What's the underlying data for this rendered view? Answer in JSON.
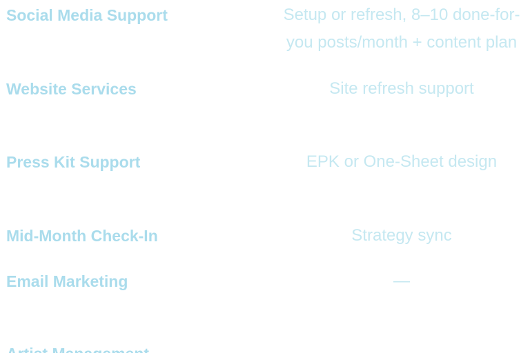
{
  "colors": {
    "label": "#aadcec",
    "value": "#c5e8f1",
    "background": "#ffffff"
  },
  "rows": [
    {
      "label": "Social Media Support",
      "value": "Setup or refresh, 8–10 done-for-you posts/month + content plan"
    },
    {
      "label": "Website Services",
      "value": "Site refresh support"
    },
    {
      "label": "Press Kit Support",
      "value": "EPK or One-Sheet design"
    },
    {
      "label": "Mid-Month Check-In",
      "value": "Strategy sync"
    },
    {
      "label": "Email Marketing",
      "value": "—"
    },
    {
      "label": "Artist Management",
      "value": ""
    }
  ]
}
